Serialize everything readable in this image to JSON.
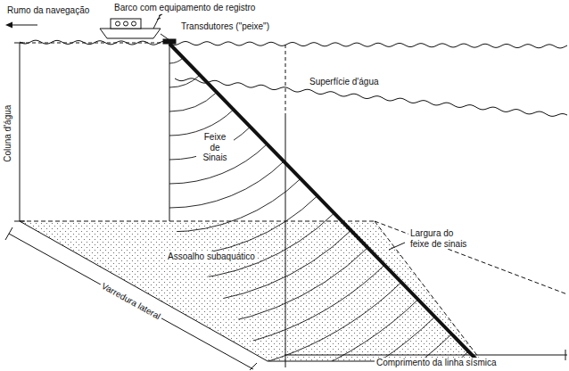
{
  "diagram": {
    "labels": [
      "Rumo da navegação",
      "Barco com equipamento de registro",
      "Transdutores (\"peixe\")",
      "Coluna d'água",
      "Superfície d'água",
      "Feixe de Sinais",
      "Largura do feixe de sinais",
      "Assoalho subaquático",
      "Varredura lateral",
      "Comprimento da linha sísmica"
    ]
  }
}
